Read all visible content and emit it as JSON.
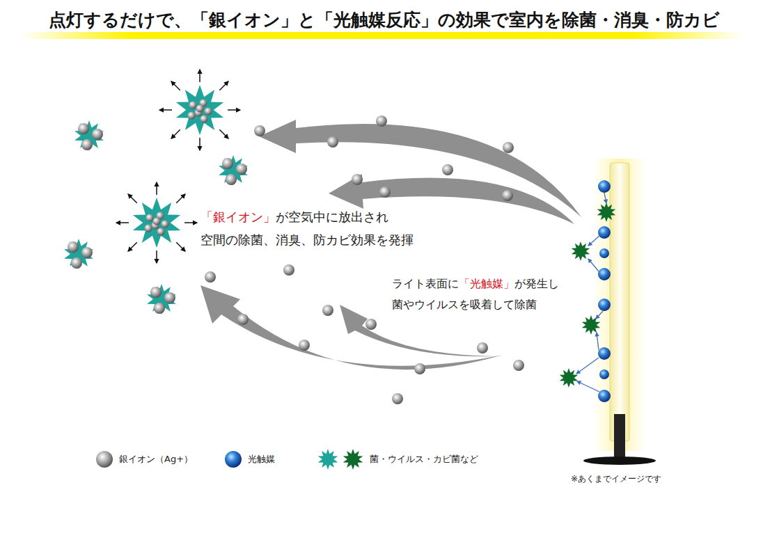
{
  "diagram": {
    "title": "点灯するだけで、「銀イオン」と「光触媒反応」の効果で室内を除菌・消臭・防カビ",
    "labels": [
      "「銀イオン」",
      "が空気中に放出され",
      "空間の除菌、消臭、防カビ効果を発揮",
      "ライト表面に",
      "「光触媒」",
      "が発生し",
      "菌やウイルスを吸着して除菌",
      "※あくまでイメージです"
    ],
    "legend": [
      {
        "text": "銀イオン（Ag+）"
      },
      {
        "text": "光触媒"
      },
      {
        "text": "菌・ウイルス・カビ菌など"
      }
    ]
  }
}
